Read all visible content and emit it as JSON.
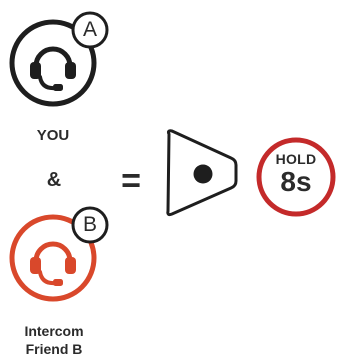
{
  "user_a": {
    "badge": "A",
    "label": "YOU",
    "color": "#1e1e1e"
  },
  "connector": "&",
  "user_b": {
    "badge": "B",
    "label_line1": "Intercom",
    "label_line2": "Friend B",
    "color": "#d9482b"
  },
  "equals": "=",
  "device": {
    "icon": "center-button-icon",
    "color": "#1e1e1e"
  },
  "hold": {
    "label": "HOLD",
    "duration": "8s",
    "ring_color": "#c42a2a"
  }
}
